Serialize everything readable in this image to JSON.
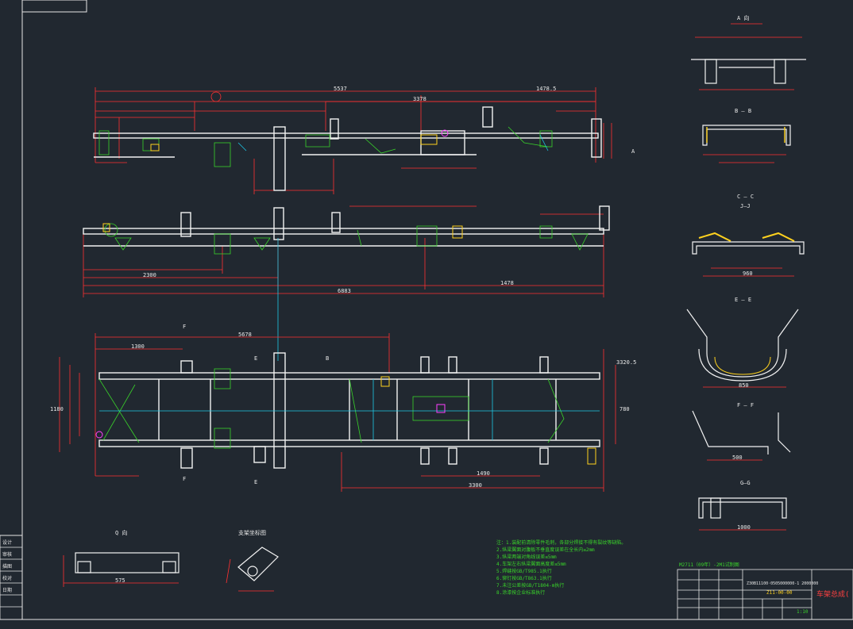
{
  "drawing": {
    "section_labels": {
      "a": "A 向",
      "b": "B — B",
      "c": "C — C",
      "j": "J—J",
      "e": "E — E",
      "f": "F — F",
      "g": "G—G",
      "q": "Q 向",
      "detail": "支架坐标图"
    },
    "view_letters": [
      "F",
      "F",
      "E",
      "E",
      "B",
      "A"
    ],
    "dimensions": [
      "5537",
      "3378",
      "1478.5",
      "2300",
      "6883",
      "1478",
      "5678",
      "1300",
      "3300",
      "1490",
      "1180",
      "780",
      "960",
      "3320.5",
      "850",
      "500",
      "1000",
      "575"
    ],
    "notes": [
      "注：1.装配前清除零件毛刺，各部分焊接不得有裂纹等缺陷。",
      "2.纵梁翼面对腹板不垂直度误差在全长内≤2mm",
      "3.纵梁两端对角线误差≤5mm",
      "4.车架左右纵梁翼面高度差≤5mm",
      "5.焊缝按GB/T985.1执行",
      "6.铆钉按GB/T863.1执行",
      "7.未注公差按GB/T1804-m执行",
      "8.涂漆按企业标准执行"
    ],
    "title_block_top": "Z30B11100·0505000000-1 2000000",
    "drawing_number": "Z11-00-00",
    "drawing_name": "车架总成(",
    "scale": "1:10",
    "stamp_text": "M2711（09年）-2M1试制图",
    "left_strip": [
      "设计",
      "审核",
      "描图",
      "校对",
      "日期"
    ]
  }
}
